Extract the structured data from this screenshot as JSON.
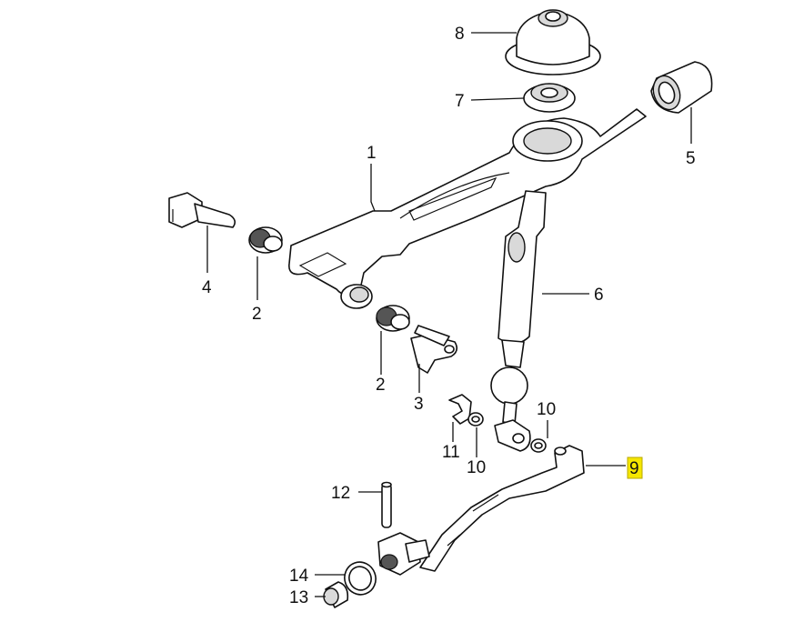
{
  "callouts": {
    "c1": "1",
    "c2a": "2",
    "c2b": "2",
    "c3": "3",
    "c4": "4",
    "c5": "5",
    "c6": "6",
    "c7": "7",
    "c8": "8",
    "c9": "9",
    "c10a": "10",
    "c10b": "10",
    "c11": "11",
    "c12": "12",
    "c13": "13",
    "c14": "14"
  },
  "highlight_color": "#f5e600"
}
